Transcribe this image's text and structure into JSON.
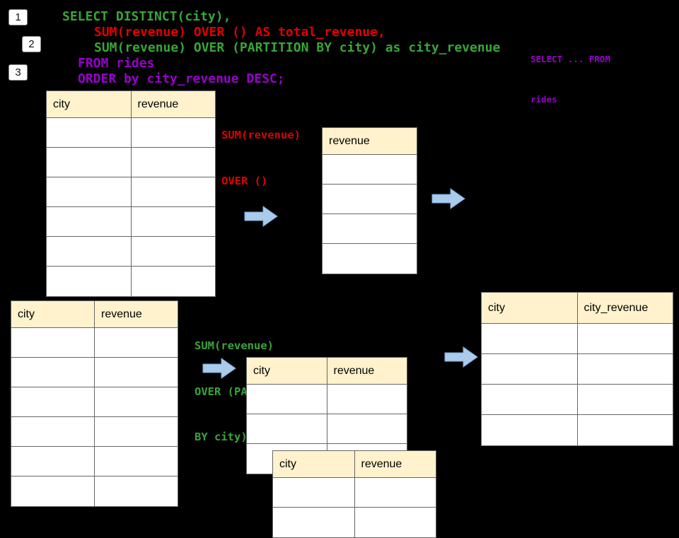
{
  "badges": [
    {
      "label": "1"
    },
    {
      "label": "2"
    },
    {
      "label": "3"
    }
  ],
  "sql": {
    "line1": "SELECT DISTINCT(city),",
    "line2": "SUM(revenue) OVER () AS total_revenue,",
    "line3": "SUM(revenue) OVER (PARTITION BY city) as city_revenue",
    "line4": "FROM rides",
    "line5": "ORDER by city_revenue DESC;"
  },
  "corner_note": {
    "line1": "SELECT ... FROM",
    "line2": "rides"
  },
  "annotations": {
    "window_total": {
      "line1": "SUM(revenue)",
      "line2": "OVER ()"
    },
    "window_partition": {
      "line1": "SUM(revenue)",
      "line2": "OVER (PARTITION",
      "line3": "BY city)"
    }
  },
  "tables": {
    "source_top": {
      "headers": [
        "city",
        "revenue"
      ],
      "empty_rows": 6
    },
    "total_result": {
      "headers": [
        "revenue"
      ],
      "empty_rows": 4
    },
    "source_bottom": {
      "headers": [
        "city",
        "revenue"
      ],
      "empty_rows": 6
    },
    "partition_step": {
      "headers": [
        "city",
        "revenue"
      ],
      "empty_rows": 3
    },
    "partition_step_overlay": {
      "headers": [
        "city",
        "revenue"
      ],
      "empty_rows": 2
    },
    "city_revenue_result": {
      "headers": [
        "city",
        "city_revenue"
      ],
      "empty_rows": 4
    }
  },
  "colors": {
    "background": "#000000",
    "sql_green": "#3aa53a",
    "sql_red": "#e00000",
    "sql_purple": "#9900cc",
    "table_header_fill": "#fff2cc",
    "table_border": "#666666",
    "arrow_fill": "#aacbec"
  }
}
